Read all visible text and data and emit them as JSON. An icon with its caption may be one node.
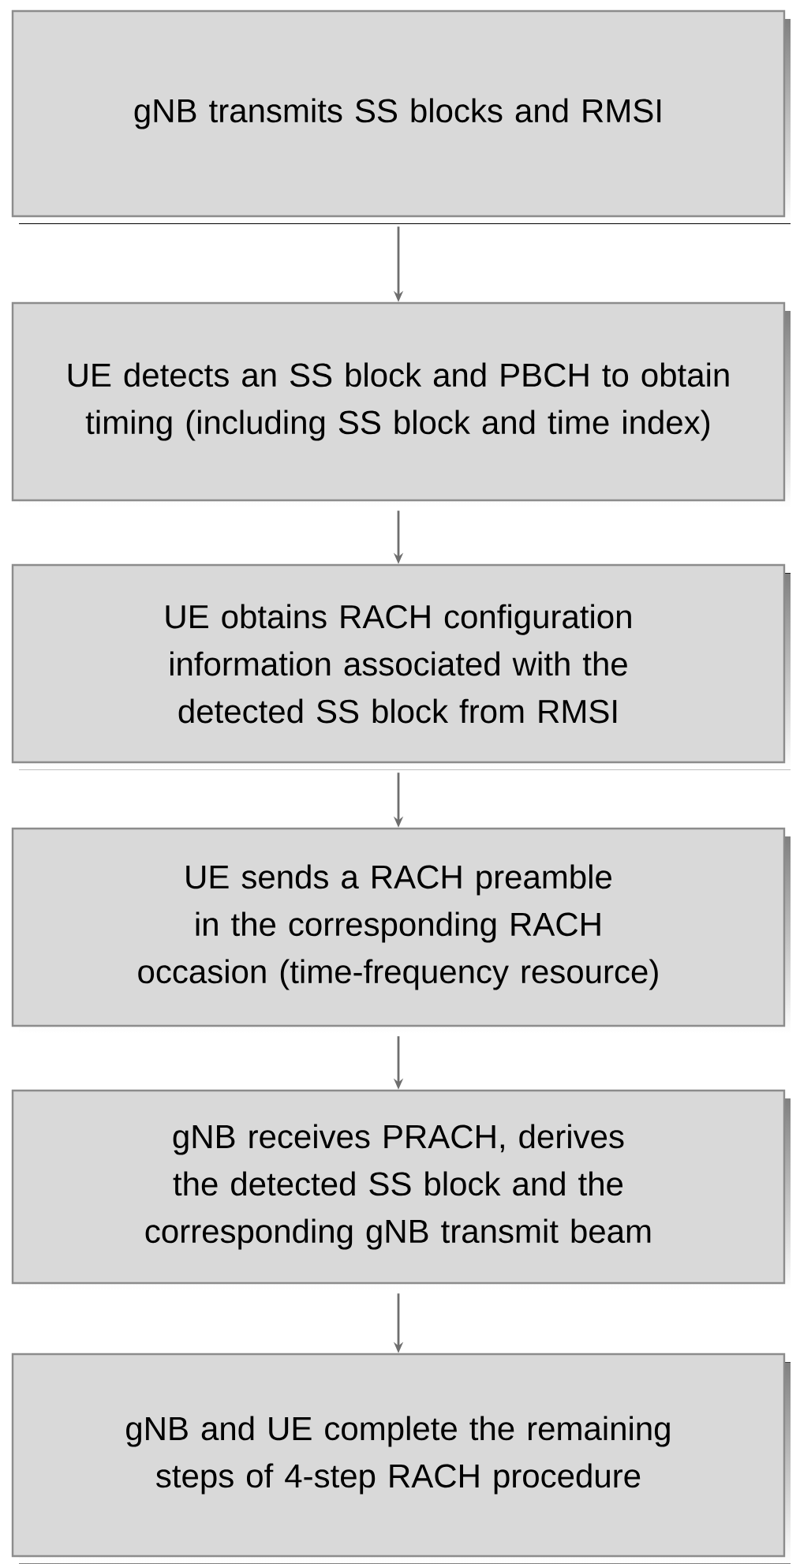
{
  "diagram": {
    "nodes": [
      {
        "text": [
          "gNB transmits SS blocks and RMSI"
        ]
      },
      {
        "text": [
          "UE detects an SS block and PBCH to obtain timing (including SS block and time index)"
        ]
      },
      {
        "text": [
          "UE obtains RACH configuration information associated with the detected SS block from RMSI"
        ]
      },
      {
        "text": [
          "UE sends a RACH preamble in the corresponding RACH occasion (time-frequency resource)"
        ]
      },
      {
        "text": [
          "gNB receives PRACH, derives the detected SS block and the corresponding gNB transmit beam"
        ]
      },
      {
        "text": [
          "gNB and UE complete the remaining steps of 4-step RACH procedure"
        ]
      }
    ],
    "edges": [
      {
        "from": 0,
        "to": 1,
        "arrow": "to"
      },
      {
        "from": 1,
        "to": 2,
        "arrow": "to"
      },
      {
        "from": 2,
        "to": 3,
        "arrow": "to"
      },
      {
        "from": 3,
        "to": 4,
        "arrow": "to"
      },
      {
        "from": 4,
        "to": 5,
        "arrow": "to"
      }
    ]
  }
}
